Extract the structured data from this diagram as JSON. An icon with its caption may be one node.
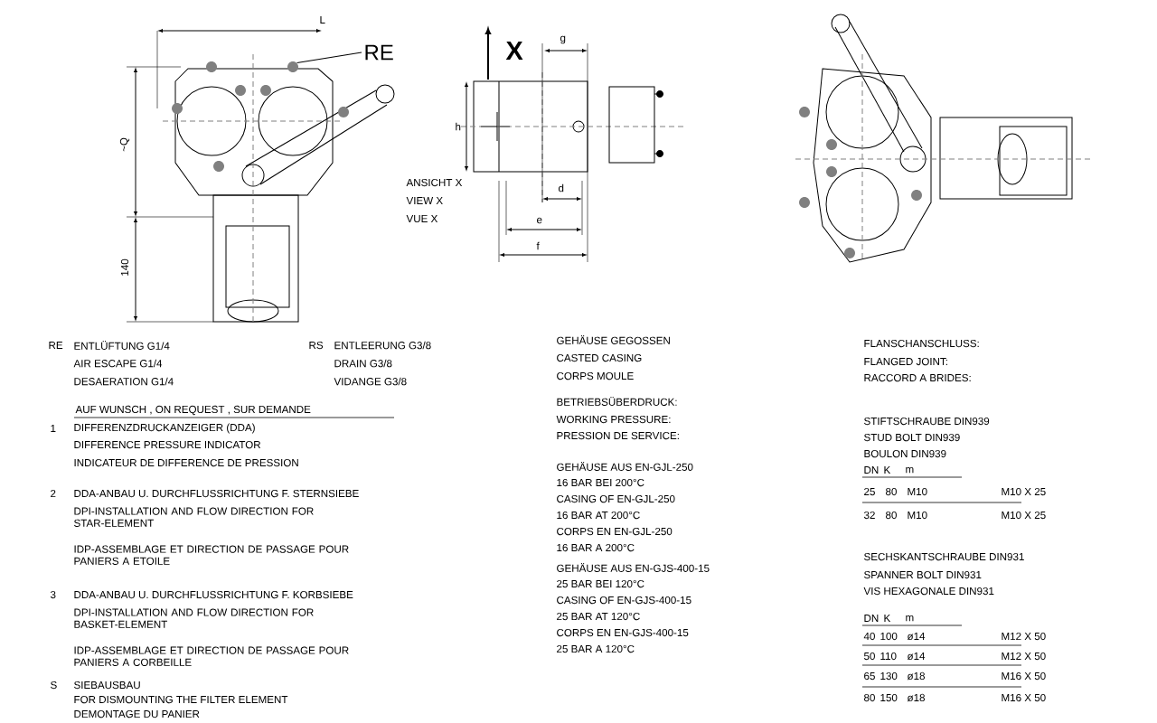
{
  "diagram": {
    "nodes": [
      {
        "text": [
          "RE"
        ]
      },
      {
        "text": [],
        "shape": "circle"
      }
    ],
    "edges": [
      {
        "from": 0,
        "to": 1,
        "arrow": "none"
      }
    ],
    "labels": [
      "L",
      "~Q",
      "140",
      "X",
      "g",
      "h",
      "d",
      "e",
      "f",
      "ANSICHT X",
      "VIEW X",
      "VUE X",
      "RE",
      "ENTLÜFTUNG G1/4",
      "AIR ESCAPE G1/4",
      "DESAERATION G1/4",
      "RS",
      "ENTLEERUNG G3/8",
      "DRAIN G3/8",
      "VIDANGE G3/8",
      "AUF WUNSCH , ON REQUEST , SUR DEMANDE",
      "1",
      "DIFFERENZDRUCKANZEIGER (DDA)",
      "DIFFERENCE PRESSURE INDICATOR",
      "INDICATEUR DE DIFFERENCE DE PRESSION",
      "2",
      "DDA-ANBAU U. DURCHFLUSSRICHTUNG F. STERNSIEBE",
      "DPI-INSTALLATION AND FLOW DIRECTION FOR STAR-ELEMENT",
      "IDP-ASSEMBLAGE ET DIRECTION DE PASSAGE POUR PANIERS A ETOILE",
      "3",
      "DDA-ANBAU U. DURCHFLUSSRICHTUNG F. KORBSIEBE",
      "DPI-INSTALLATION AND FLOW DIRECTION FOR BASKET-ELEMENT",
      "IDP-ASSEMBLAGE ET DIRECTION DE PASSAGE POUR PANIERS A CORBEILLE",
      "S",
      "SIEBAUSBAU",
      "FOR DISMOUNTING THE FILTER ELEMENT",
      "DEMONTAGE DU PANIER",
      "GEHÄUSE GEGOSSEN",
      "CASTED CASING",
      "CORPS MOULE",
      "BETRIEBSÜBERDRUCK:",
      "WORKING PRESSURE:",
      "PRESSION DE SERVICE:",
      "GEHÄUSE AUS EN-GJL-250",
      "16 BAR BEI 200°C",
      "CASING OF EN-GJL-250",
      "16 BAR AT 200°C",
      "CORPS EN EN-GJL-250",
      "16 BAR A 200°C",
      "GEHÄUSE AUS EN-GJS-400-15",
      "25 BAR BEI 120°C",
      "CASING OF EN-GJS-400-15",
      "25 BAR AT 120°C",
      "CORPS EN EN-GJS-400-15",
      "25 BAR A 120°C",
      "FLANSCHANSCHLUSS:",
      "FLANGED JOINT:",
      "RACCORD A BRIDES:",
      "STIFTSCHRAUBE DIN939",
      "STUD BOLT DIN939",
      "BOULON DIN939",
      "DN",
      "K",
      "m",
      "25",
      "80",
      "M10",
      "M10 X 25",
      "32",
      "80",
      "M10",
      "M10 X 25",
      "SECHSKANTSCHRAUBE DIN931",
      "SPANNER BOLT DIN931",
      "VIS HEXAGONALE DIN931",
      "DN",
      "K",
      "m",
      "40",
      "100",
      "ø14",
      "M12 X 50",
      "50",
      "110",
      "ø14",
      "M12 X 50",
      "65",
      "130",
      "ø18",
      "M16 X 50",
      "80",
      "150",
      "ø18",
      "M16 X 50"
    ]
  }
}
